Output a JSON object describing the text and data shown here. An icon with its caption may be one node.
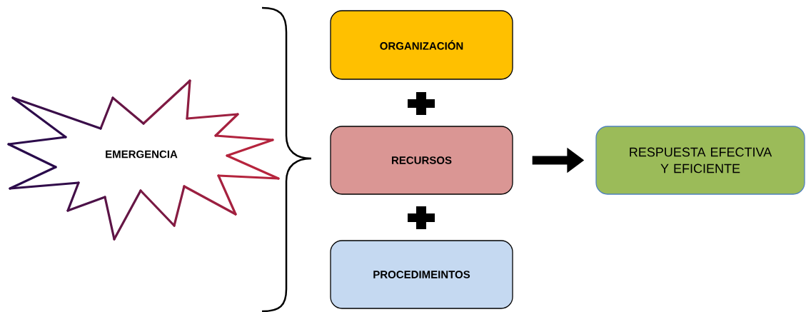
{
  "diagram": {
    "nodes": [
      {
        "text": [
          "EMERGENCIA"
        ]
      },
      {
        "text": [
          "ORGANIZACIÓN"
        ]
      },
      {
        "text": [
          "RECURSOS"
        ]
      },
      {
        "text": [
          "PROCEDIMEINTOS"
        ]
      },
      {
        "text": [
          "RESPUESTA EFECTIVA Y EFICIENTE"
        ]
      }
    ],
    "edges": [
      {
        "from": 2,
        "to": 4,
        "arrow": "to"
      }
    ]
  }
}
